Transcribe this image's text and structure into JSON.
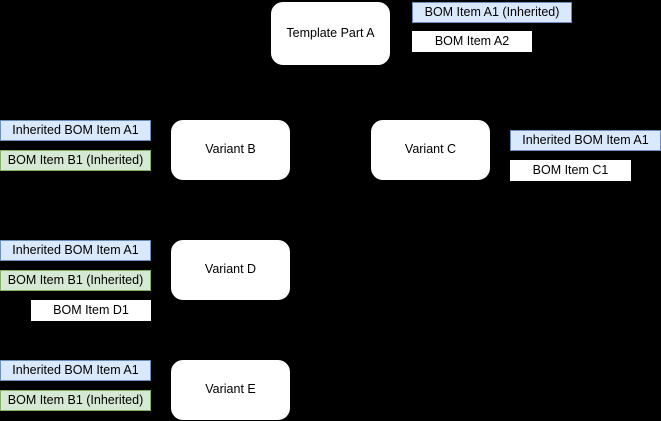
{
  "diagram": {
    "title": "BOM inheritance across template part and variants",
    "background_color": "#000000",
    "palette": {
      "inherited_blue_fill": "#dae8fc",
      "inherited_blue_border": "#6c8ebf",
      "inherited_green_fill": "#d5e8d4",
      "inherited_green_border": "#82b366",
      "local_white_fill": "#ffffff",
      "part_fill": "#ffffff",
      "text_color": "#000000"
    }
  },
  "rows": [
    {
      "id": "row-a",
      "part": {
        "label": "Template Part A"
      },
      "left_items": [],
      "right_items": [
        {
          "label": "BOM Item A1 (Inherited)",
          "kind": "inherited-blue"
        },
        {
          "label": "BOM Item A2",
          "kind": "local-white"
        }
      ]
    },
    {
      "id": "row-b",
      "part": {
        "label": "Variant B"
      },
      "left_items": [
        {
          "label": "Inherited BOM Item A1",
          "kind": "inherited-blue"
        },
        {
          "label": "BOM Item B1 (Inherited)",
          "kind": "inherited-green"
        }
      ],
      "right_items": []
    },
    {
      "id": "row-c",
      "part": {
        "label": "Variant C"
      },
      "left_items": [],
      "right_items": [
        {
          "label": "Inherited BOM Item A1",
          "kind": "inherited-blue"
        },
        {
          "label": "BOM Item C1",
          "kind": "local-white"
        }
      ]
    },
    {
      "id": "row-d",
      "part": {
        "label": "Variant D"
      },
      "left_items": [
        {
          "label": "Inherited BOM Item A1",
          "kind": "inherited-blue"
        },
        {
          "label": "BOM Item B1 (Inherited)",
          "kind": "inherited-green"
        },
        {
          "label": "BOM Item D1",
          "kind": "local-white"
        }
      ],
      "right_items": []
    },
    {
      "id": "row-e",
      "part": {
        "label": "Variant E"
      },
      "left_items": [
        {
          "label": "Inherited BOM Item A1",
          "kind": "inherited-blue"
        },
        {
          "label": "BOM Item B1 (Inherited)",
          "kind": "inherited-green"
        }
      ],
      "right_items": []
    }
  ],
  "nodes": {
    "template_part_a": "Template Part A",
    "bom_a1_inherited": "BOM Item A1 (Inherited)",
    "bom_a2": "BOM Item A2",
    "variant_b": "Variant B",
    "b_inherited_a1": "Inherited BOM Item A1",
    "b_item_b1": "BOM Item B1 (Inherited)",
    "variant_c": "Variant C",
    "c_inherited_a1": "Inherited BOM Item A1",
    "c_item_c1": "BOM Item C1",
    "variant_d": "Variant D",
    "d_inherited_a1": "Inherited BOM Item A1",
    "d_item_b1": "BOM Item B1 (Inherited)",
    "d_item_d1": "BOM Item D1",
    "variant_e": "Variant E",
    "e_inherited_a1": "Inherited BOM Item A1",
    "e_item_b1": "BOM Item B1 (Inherited)"
  }
}
